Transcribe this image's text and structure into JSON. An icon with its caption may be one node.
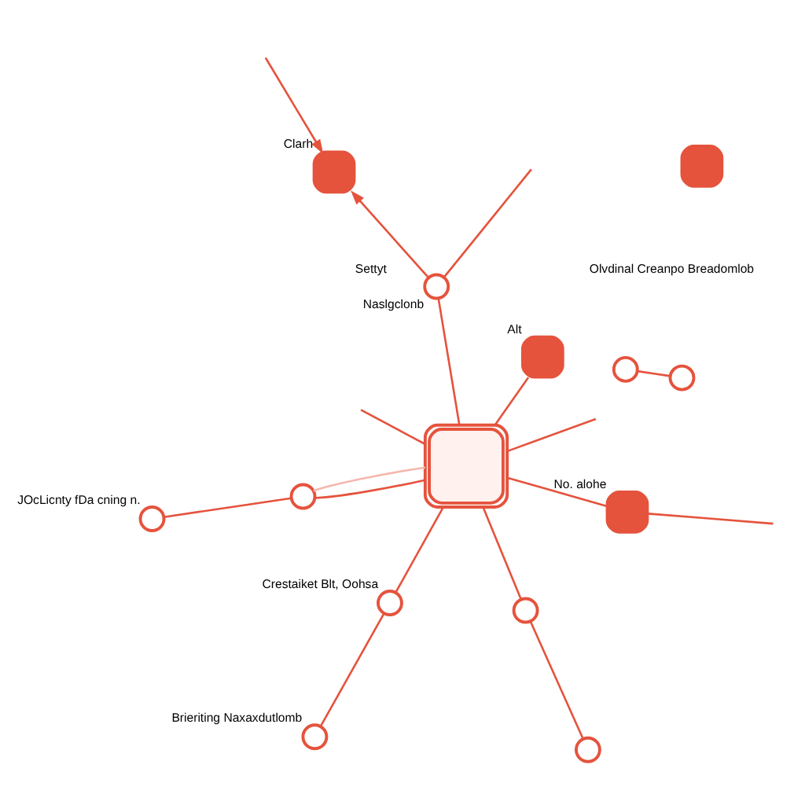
{
  "diagram": {
    "nodes": [
      {
        "text": [],
        "shape": "circle",
        "beside": [
          "JOcLicnty fDa cning n."
        ]
      },
      {
        "text": [],
        "shape": "circle"
      },
      {
        "text": [],
        "shape": "circle"
      },
      {
        "text": [],
        "shape": "box",
        "beside": [
          "Clarh"
        ]
      },
      {
        "text": [],
        "shape": "circle"
      },
      {
        "text": [],
        "shape": "box"
      },
      {
        "text": [],
        "shape": "box",
        "beside": [
          "Alt"
        ]
      },
      {
        "text": [],
        "shape": "circle",
        "beside": [
          "Naslgclonb"
        ]
      },
      {
        "text": [],
        "shape": "circle",
        "beside": [
          "Crestaiket Blt, Oohsa"
        ]
      },
      {
        "text": [],
        "shape": "circle"
      },
      {
        "text": [],
        "shape": "box"
      },
      {
        "text": [],
        "shape": "circle"
      },
      {
        "text": [],
        "shape": "circle",
        "beside": [
          "Brieriting Naxaxdutlomb"
        ]
      },
      {
        "text": [],
        "shape": "box",
        "beside": [
          "No. alohe"
        ]
      }
    ],
    "edges": [
      {
        "from": 5,
        "to": null,
        "arrow": "none"
      },
      {
        "from": null,
        "to": 5,
        "arrow": "none"
      },
      {
        "from": 5,
        "to": 1,
        "arrow": "none"
      },
      {
        "from": 5,
        "to": 1,
        "arrow": "none",
        "color": "#f4b8ae"
      },
      {
        "from": 1,
        "to": 0,
        "arrow": "none"
      },
      {
        "from": 2,
        "to": 4,
        "arrow": "none"
      },
      {
        "from": 5,
        "to": 6,
        "arrow": "none"
      },
      {
        "from": 5,
        "to": 7,
        "arrow": "none"
      },
      {
        "from": 7,
        "to": null,
        "arrow": "none"
      },
      {
        "from": 7,
        "to": 3,
        "arrow": "to"
      },
      {
        "from": null,
        "to": 3,
        "arrow": "to"
      },
      {
        "from": 5,
        "to": 9,
        "arrow": "none"
      },
      {
        "from": 9,
        "to": 11,
        "arrow": "none"
      },
      {
        "from": 5,
        "to": 8,
        "arrow": "none"
      },
      {
        "from": 8,
        "to": 12,
        "arrow": "none"
      },
      {
        "from": 5,
        "to": 13,
        "arrow": "none"
      },
      {
        "from": 13,
        "to": null,
        "arrow": "none"
      }
    ],
    "labels": [
      "Olvdinal Creanpo Breadomlob",
      "Settyt"
    ]
  }
}
